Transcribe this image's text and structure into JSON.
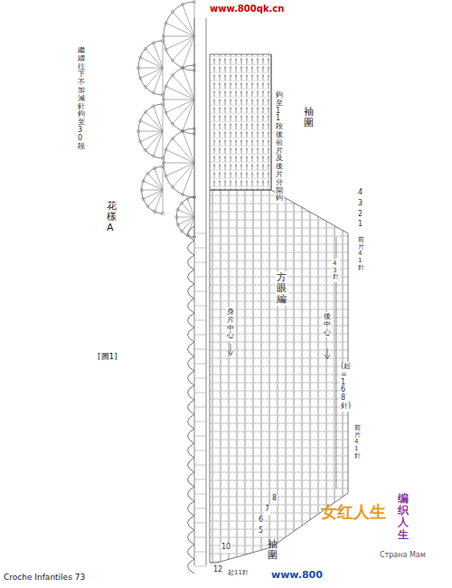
{
  "diagram": {
    "labels": [
      "www.800qk.cn",
      "繼續往下不加減針鉤至30段",
      "鉤至11段後前片及後片分開鉤",
      "袖圍",
      "袖圍",
      "花樣A",
      "[圖1]",
      "方眼編",
      "身片中心",
      "後中心",
      "(起=168針)",
      "1",
      "2",
      "3",
      "4",
      "前片41針",
      "43針",
      "前片41針",
      "5",
      "6",
      "7",
      "8",
      "10",
      "12",
      "起11針",
      "Croche Infantiles 73",
      "www.800",
      "女红人生",
      "编织人生",
      "Страна Мам"
    ]
  }
}
